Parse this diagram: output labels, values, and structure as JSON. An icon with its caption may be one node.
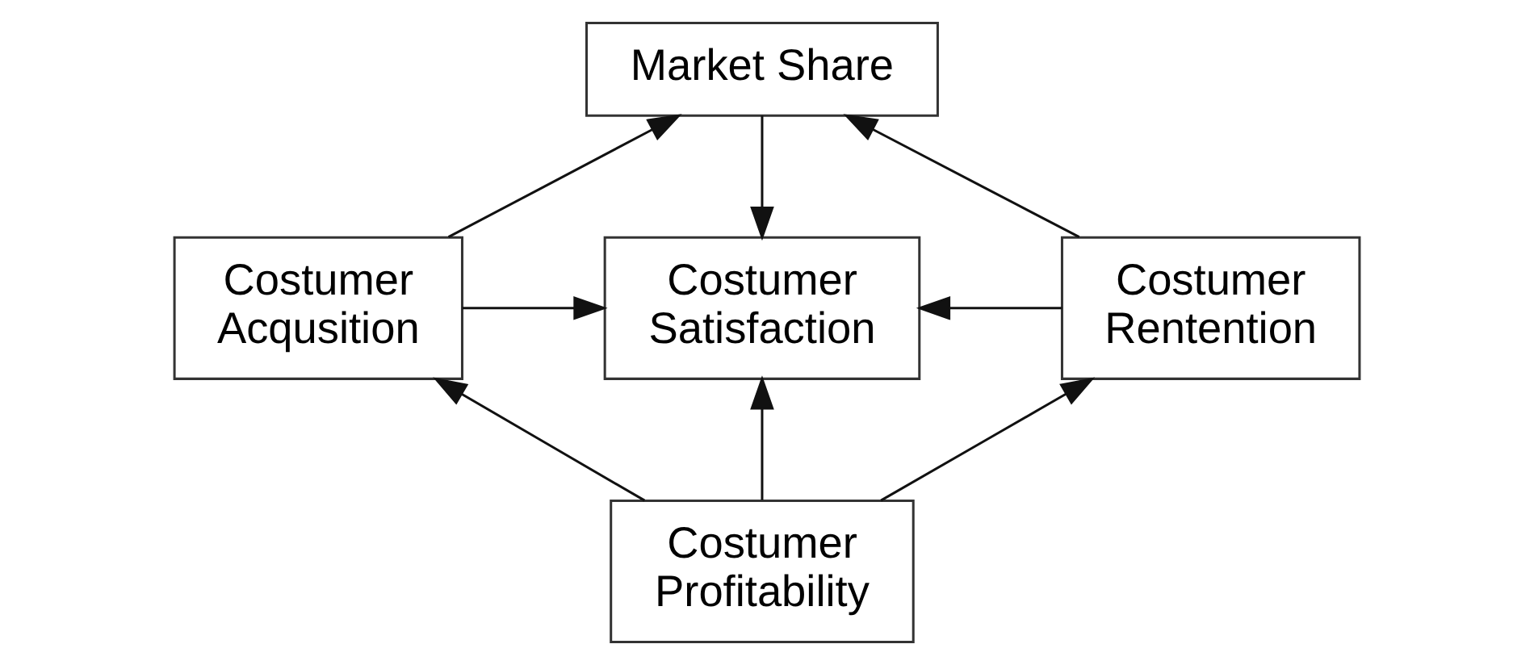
{
  "diagram": {
    "nodes": [
      {
        "text": [
          "Market Share"
        ]
      },
      {
        "text": [
          "Costumer Acqusition"
        ]
      },
      {
        "text": [
          "Costumer Satisfaction"
        ]
      },
      {
        "text": [
          "Costumer Rentention"
        ]
      },
      {
        "text": [
          "Costumer Profitability"
        ]
      }
    ],
    "edges": [
      {
        "from": 1,
        "to": 0,
        "arrow": "to"
      },
      {
        "from": 3,
        "to": 0,
        "arrow": "to"
      },
      {
        "from": 0,
        "to": 2,
        "arrow": "to"
      },
      {
        "from": 1,
        "to": 2,
        "arrow": "to"
      },
      {
        "from": 3,
        "to": 2,
        "arrow": "to"
      },
      {
        "from": 4,
        "to": 2,
        "arrow": "to"
      },
      {
        "from": 4,
        "to": 1,
        "arrow": "to"
      },
      {
        "from": 4,
        "to": 3,
        "arrow": "to"
      }
    ]
  }
}
